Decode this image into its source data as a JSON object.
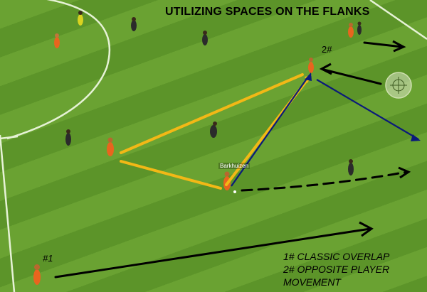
{
  "title": "UTILIZING SPACES ON THE FLANKS",
  "labels": {
    "player_2": "2#",
    "player_1": "#1",
    "player_name": "Barkhuizen"
  },
  "legend": [
    "1# CLASSIC OVERLAP",
    "2# OPPOSITE PLAYER",
    "MOVEMENT"
  ],
  "colors": {
    "pitch": "#6aa232",
    "pitch_stripe": "#5c9429",
    "passing_line": "#f2b816",
    "run_blue": "#0b1a7a",
    "movement_black": "#000000",
    "team_orange": "#e8651e",
    "team_dark": "#2b2b2b"
  },
  "icons": [
    "player-marker-orange",
    "player-marker-dark",
    "compass-icon"
  ]
}
